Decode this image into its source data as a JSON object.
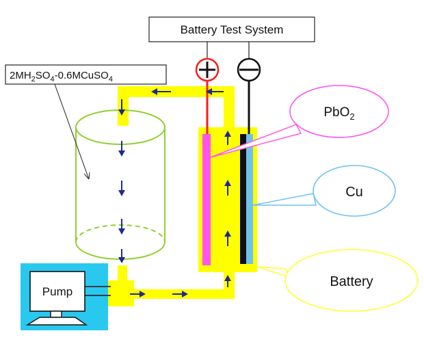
{
  "labels": {
    "system": "Battery Test System",
    "electrolyte": {
      "part1": "2MH",
      "sub1": "2",
      "part2": "SO",
      "sub2": "4",
      "part3": "-0.6MCuSO",
      "sub3": "4"
    },
    "pbo2": {
      "main": "PbO",
      "sub": "2"
    },
    "cu": "Cu",
    "battery": "Battery",
    "pump": "Pump"
  },
  "colors": {
    "flow_channel": "#ffff00",
    "flow_arrow": "#1f2a8c",
    "positive_electrode": "#ff55ee",
    "negative_electrode": "#111111",
    "copper_layer": "#6fc2ef",
    "positive_wire": "#ff1a1a",
    "tank_outline": "#8fd12c",
    "pump_background": "#29c9ef",
    "pbo2_callout": "#ff55ee",
    "cu_callout": "#6fc2ef",
    "battery_callout": "#ffff33"
  },
  "icons": {
    "positive_terminal": "plus-circle-icon",
    "negative_terminal": "minus-circle-icon",
    "pump": "monitor-icon"
  }
}
